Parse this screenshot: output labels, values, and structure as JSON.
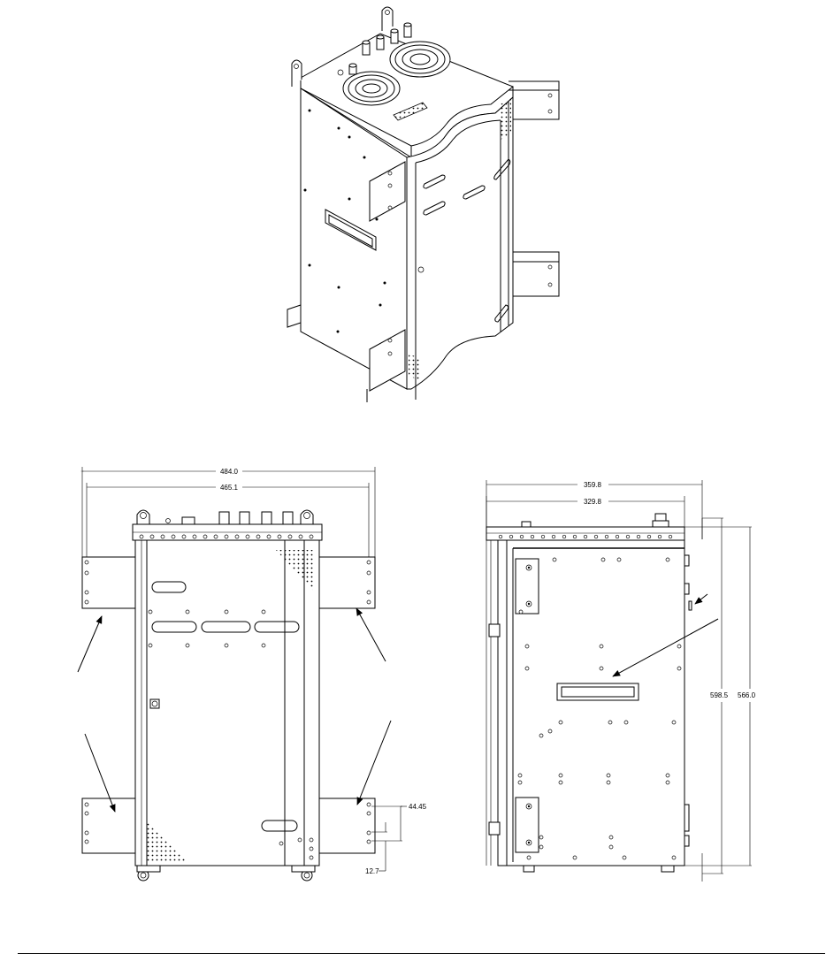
{
  "front_view": {
    "overall_width": "484.0",
    "mount_hole_spacing": "465.1",
    "slot_spacing": "44.45",
    "slot_offset": "12.7"
  },
  "side_view": {
    "overall_depth": "359.8",
    "body_depth": "329.8",
    "overall_height": "598.5",
    "body_height": "566.0"
  },
  "icons": {
    "leader_arrow": "arrow-icon"
  }
}
